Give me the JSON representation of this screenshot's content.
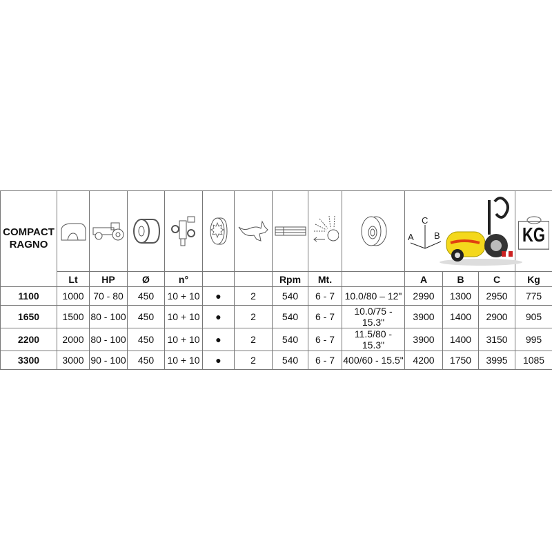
{
  "title": {
    "line1": "COMPACT",
    "line2": "RAGNO"
  },
  "icons": [
    "tank-icon",
    "tractor-icon",
    "fan-icon",
    "valve-icon",
    "clutch-icon",
    "speed-rabbit-icon",
    "pto-shaft-icon",
    "spray-range-icon",
    "tyre-icon",
    "machine-dimensions-image",
    "weight-kg-icon"
  ],
  "dims_labels": {
    "a": "A",
    "b": "B",
    "c": "C"
  },
  "kg_icon_text": "KG",
  "units": [
    "Lt",
    "HP",
    "Ø",
    "n°",
    "",
    "",
    "Rpm",
    "Mt.",
    "",
    "A",
    "B",
    "C",
    "Kg"
  ],
  "rows": [
    {
      "model": "1100",
      "lt": "1000",
      "hp": "70 - 80",
      "dia": "450",
      "n": "10 + 10",
      "clutch": "●",
      "speed": "2",
      "rpm": "540",
      "mt": "6 - 7",
      "tyre": "10.0/80 – 12\"",
      "a": "2990",
      "b": "1300",
      "c": "2950",
      "kg": "775"
    },
    {
      "model": "1650",
      "lt": "1500",
      "hp": "80 - 100",
      "dia": "450",
      "n": "10 + 10",
      "clutch": "●",
      "speed": "2",
      "rpm": "540",
      "mt": "6 - 7",
      "tyre": "10.0/75 - 15.3\"",
      "a": "3900",
      "b": "1400",
      "c": "2900",
      "kg": "905"
    },
    {
      "model": "2200",
      "lt": "2000",
      "hp": "80 - 100",
      "dia": "450",
      "n": "10 + 10",
      "clutch": "●",
      "speed": "2",
      "rpm": "540",
      "mt": "6 - 7",
      "tyre": "11.5/80 - 15.3\"",
      "a": "3900",
      "b": "1400",
      "c": "3150",
      "kg": "995"
    },
    {
      "model": "3300",
      "lt": "3000",
      "hp": "90 - 100",
      "dia": "450",
      "n": "10 + 10",
      "clutch": "●",
      "speed": "2",
      "rpm": "540",
      "mt": "6 - 7",
      "tyre": "400/60 - 15.5\"",
      "a": "4200",
      "b": "1750",
      "c": "3995",
      "kg": "1085"
    }
  ]
}
